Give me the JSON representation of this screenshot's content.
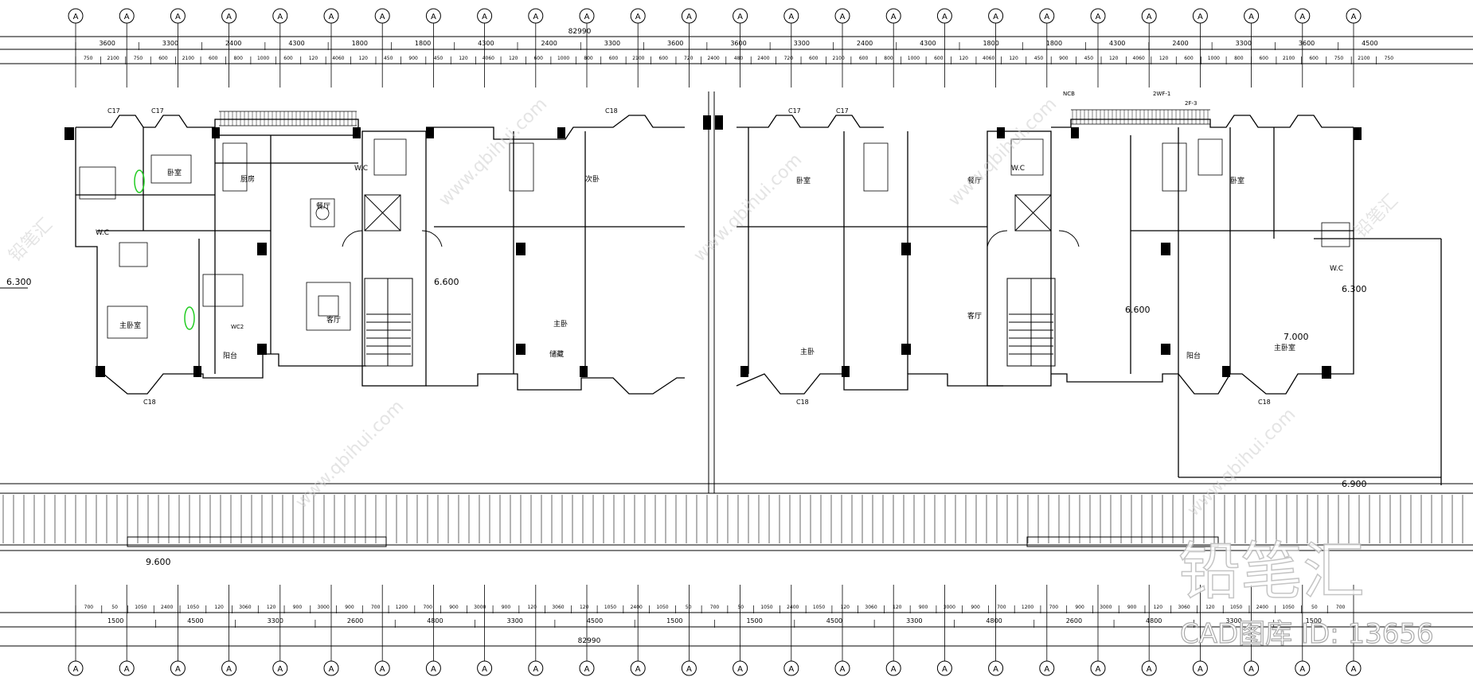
{
  "plan": {
    "total_dimension": "82990",
    "top_axis_labels": [
      "A",
      "A",
      "A",
      "A",
      "A",
      "A",
      "A",
      "A",
      "A",
      "A",
      "A",
      "A",
      "A",
      "A",
      "A",
      "A",
      "A",
      "A",
      "A",
      "A",
      "A",
      "A",
      "A",
      "A",
      "A",
      "A"
    ],
    "bottom_axis_labels": [
      "A",
      "A",
      "A",
      "A",
      "A",
      "A",
      "A",
      "A",
      "A",
      "A",
      "A",
      "A",
      "A",
      "A",
      "A",
      "A",
      "A",
      "A",
      "A",
      "A",
      "A",
      "A",
      "A",
      "A",
      "A",
      "A"
    ],
    "top_dims_row1": [
      "3600",
      "3300",
      "2400",
      "4300",
      "1800",
      "1800",
      "4300",
      "2400",
      "3300",
      "3600",
      "3600",
      "3300",
      "2400",
      "4300",
      "1800",
      "1800",
      "4300",
      "2400",
      "3300",
      "3600",
      "4500"
    ],
    "top_dims_row2": [
      "750",
      "2100",
      "750",
      "600",
      "2100",
      "600",
      "800",
      "1000",
      "600",
      "120",
      "4060",
      "120",
      "450",
      "900",
      "450",
      "120",
      "4060",
      "120",
      "600",
      "1000",
      "800",
      "600",
      "2100",
      "600",
      "720",
      "2400",
      "480",
      "2400",
      "720",
      "600",
      "2100",
      "600",
      "800",
      "1000",
      "600",
      "120",
      "4060",
      "120",
      "450",
      "900",
      "450",
      "120",
      "4060",
      "120",
      "600",
      "1000",
      "800",
      "600",
      "2100",
      "600",
      "750",
      "2100",
      "750"
    ],
    "bottom_dims_row1": [
      "700",
      "50",
      "1050",
      "2400",
      "1050",
      "120",
      "3060",
      "120",
      "900",
      "3000",
      "900",
      "700",
      "1200",
      "700",
      "900",
      "3000",
      "900",
      "120",
      "3060",
      "120",
      "1050",
      "2400",
      "1050",
      "50",
      "700",
      "50",
      "1050",
      "2400",
      "1050",
      "120",
      "3060",
      "120",
      "900",
      "3000",
      "900",
      "700",
      "1200",
      "700",
      "900",
      "3000",
      "900",
      "120",
      "3060",
      "120",
      "1050",
      "2400",
      "1050",
      "50",
      "700"
    ],
    "bottom_dims_row2": [
      "1500",
      "4500",
      "3300",
      "2600",
      "4800",
      "3300",
      "4500",
      "1500",
      "1500",
      "4500",
      "3300",
      "4800",
      "2600",
      "4800",
      "3300",
      "1500"
    ],
    "elevations": [
      "6.300",
      "6.600",
      "6.300",
      "6.600",
      "7.000",
      "6.900",
      "9.600"
    ],
    "room_labels": [
      "餐厅",
      "客厅",
      "卧室",
      "主卧室",
      "阳台",
      "厨房",
      "W.C",
      "次卧",
      "主卧",
      "储藏"
    ],
    "window_tags": [
      "C17",
      "C17",
      "C18",
      "C18",
      "C17",
      "C17",
      "C18",
      "C18"
    ],
    "notes": [
      "2F-3",
      "2WF-1",
      "NCB",
      "WC2"
    ]
  },
  "watermark": {
    "site": "www.qbihui.com",
    "brand": "铅笔汇",
    "caption": "CAD图库 ID: 13656"
  }
}
